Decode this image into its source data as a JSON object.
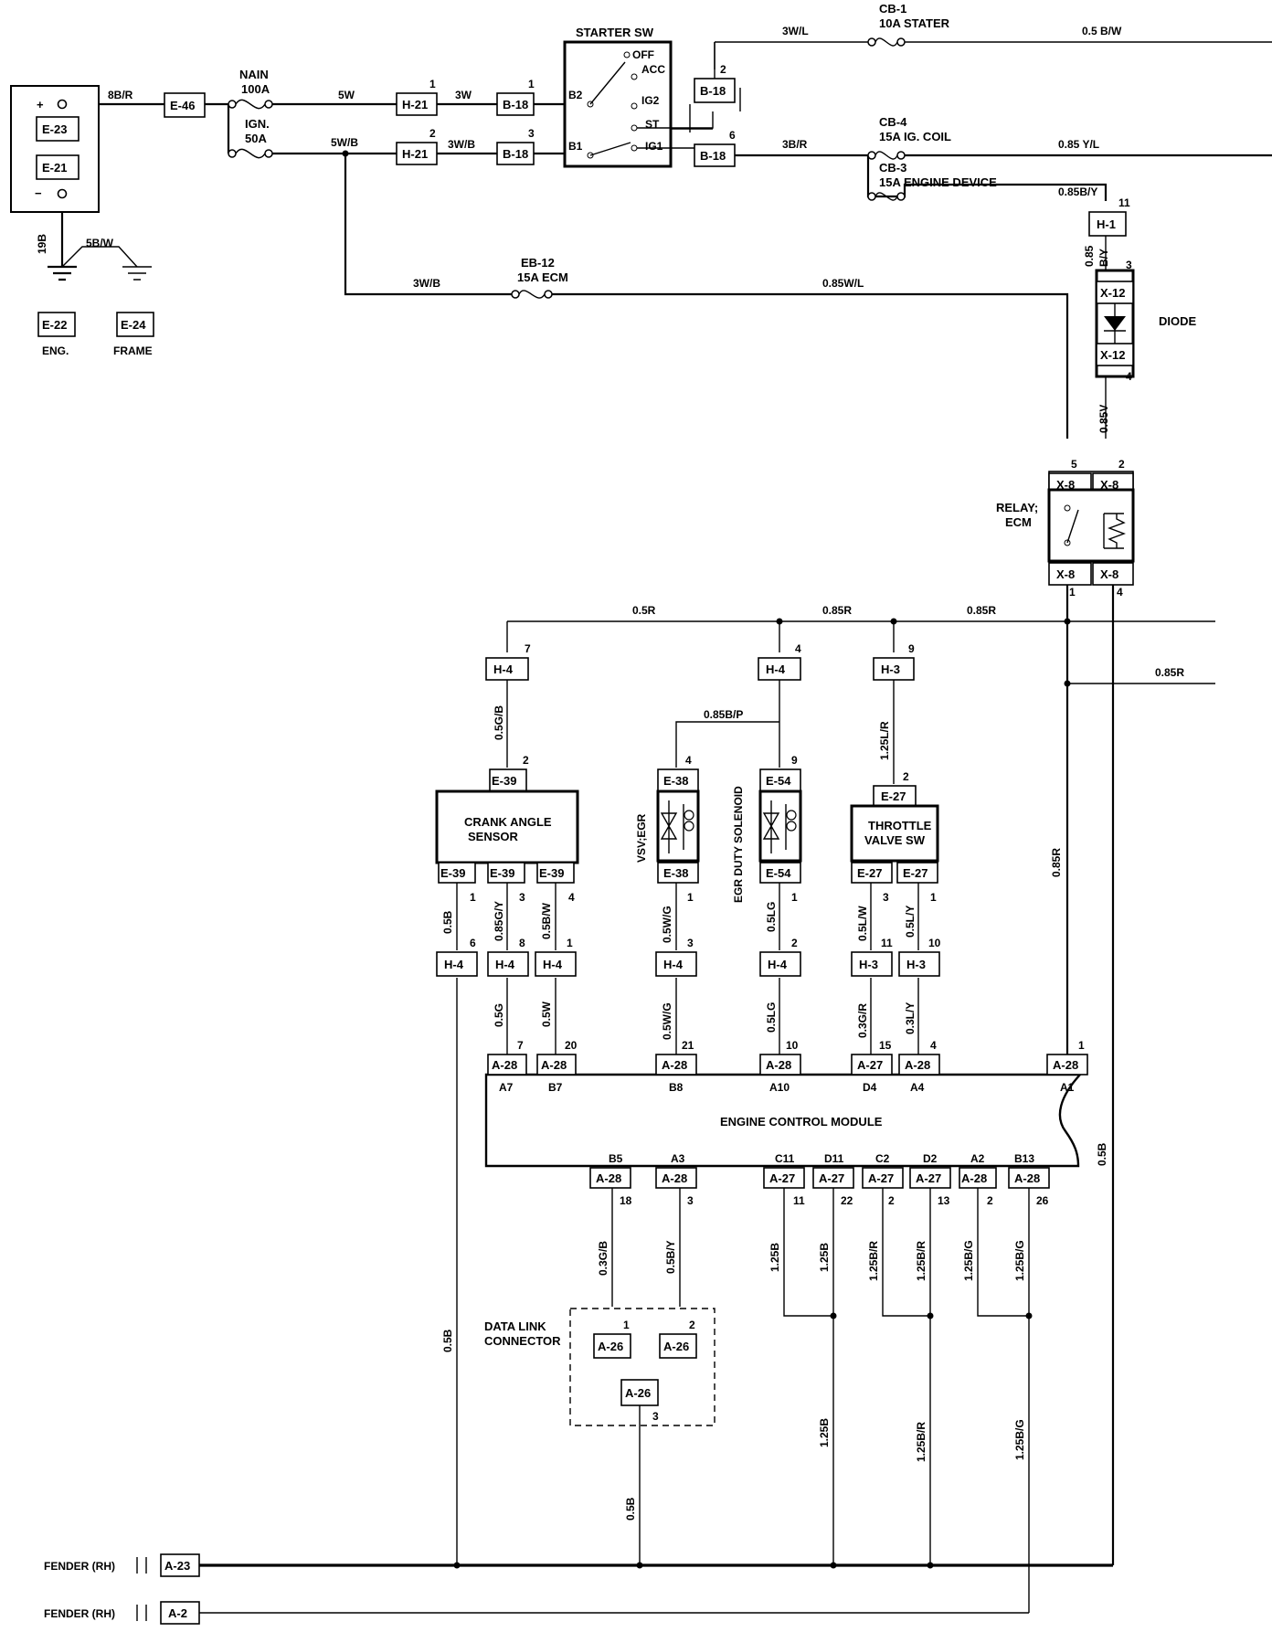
{
  "battery": {
    "plus": "+",
    "minus": "−",
    "c1": "E-23",
    "c2": "E-21"
  },
  "grounds": {
    "eng_conn": "E-22",
    "eng_label": "ENG.",
    "frame_conn": "E-24",
    "frame_label": "FRAME"
  },
  "fuses": {
    "main_name": "NAIN",
    "main_rating": "100A",
    "ign_name": "IGN.",
    "ign_rating": "50A",
    "cb1_name": "CB-1",
    "cb1_rating": "10A STATER",
    "cb4_name": "CB-4",
    "cb4_rating": "15A IG. COIL",
    "cb3_name": "CB-3",
    "cb3_rating": "15A ENGINE DEVICE",
    "eb12_name": "EB-12",
    "eb12_rating": "15A ECM"
  },
  "starter": {
    "title": "STARTER SW",
    "off": "OFF",
    "acc": "ACC",
    "ig2": "IG2",
    "st": "ST",
    "ig1": "IG1",
    "b1": "B1",
    "b2": "B2"
  },
  "connectors": {
    "e46": "E-46",
    "h21": "H-21",
    "b18": "B-18",
    "h1": "H-1",
    "x12": "X-12",
    "x8": "X-8",
    "h4": "H-4",
    "h3": "H-3",
    "e39": "E-39",
    "e38": "E-38",
    "e54": "E-54",
    "e27": "E-27",
    "a28": "A-28",
    "a27": "A-27",
    "a26": "A-26",
    "a23": "A-23",
    "a2": "A-2"
  },
  "wires": {
    "w8br": "8B/R",
    "w5bw": "5B/W",
    "w19b": "19B",
    "w5w": "5W",
    "w3w": "3W",
    "w5wb": "5W/B",
    "w3wb": "3W/B",
    "w3wl": "3W/L",
    "w05bw": "0.5 B/W",
    "w3br": "3B/R",
    "w085yl": "0.85 Y/L",
    "w085by": "0.85B/Y",
    "w085v_a": "0.85",
    "w085v_b": "B/Y",
    "w085v": "0.85V",
    "w085wl": "0.85W/L",
    "w05r": "0.5R",
    "w085r": "0.85R",
    "w05gb": "0.5G/B",
    "w085bp": "0.85B/P",
    "w125lr": "1.25L/R",
    "w05b": "0.5B",
    "w085gy": "0.85G/Y",
    "w05bw2": "0.5B/W",
    "w05wg": "0.5W/G",
    "w05lg": "0.5LG",
    "w05lw": "0.5L/W",
    "w05ly": "0.5L/Y",
    "w05g": "0.5G",
    "w05w": "0.5W",
    "w03gr": "0.3G/R",
    "w03ly": "0.3L/Y",
    "w03gb": "0.3G/B",
    "w05by": "0.5B/Y",
    "w125b": "1.25B",
    "w125br": "1.25B/R",
    "w125bg": "1.25B/G"
  },
  "components": {
    "diode": "DIODE",
    "relay1": "RELAY;",
    "relay2": "ECM",
    "crank1": "CRANK ANGLE",
    "crank2": "SENSOR",
    "vsv": "VSV;EGR",
    "egr": "EGR DUTY SOLENOID",
    "throttle1": "THROTTLE",
    "throttle2": "VALVE SW",
    "ecm": "ENGINE CONTROL MODULE",
    "dlc1": "DATA LINK",
    "dlc2": "CONNECTOR",
    "fender": "FENDER (RH)"
  },
  "ecm_pins": {
    "a7": "A7",
    "b7": "B7",
    "b8": "B8",
    "a10": "A10",
    "d4": "D4",
    "a4": "A4",
    "a1": "A1",
    "b5": "B5",
    "a3": "A3",
    "c11": "C11",
    "d11": "D11",
    "c2": "C2",
    "d2": "D2",
    "a2": "A2",
    "b13": "B13"
  },
  "pins": {
    "p1": "1",
    "p2": "2",
    "p3": "3",
    "p4": "4",
    "p5": "5",
    "p6": "6",
    "p7": "7",
    "p8": "8",
    "p9": "9",
    "p10": "10",
    "p11": "11",
    "p13": "13",
    "p15": "15",
    "p18": "18",
    "p20": "20",
    "p21": "21",
    "p22": "22",
    "p26": "26"
  }
}
